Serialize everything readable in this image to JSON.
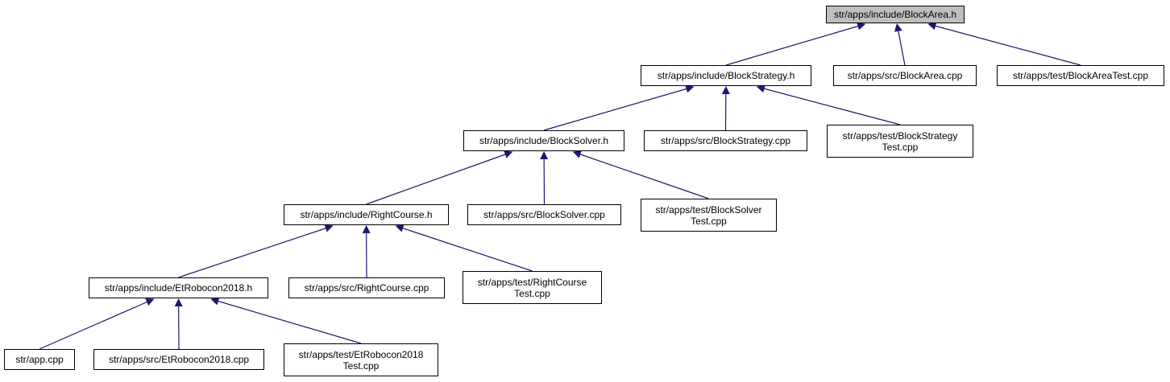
{
  "diagram": {
    "edge_color": "#191970",
    "current_fill": "#bfbfbf",
    "nodes": [
      {
        "id": "n0",
        "label": "str/apps/include/BlockArea.h",
        "current": true
      },
      {
        "id": "n1",
        "label": "str/apps/include/BlockStrategy.h"
      },
      {
        "id": "n2",
        "label": "str/apps/src/BlockArea.cpp"
      },
      {
        "id": "n3",
        "label": "str/apps/test/BlockAreaTest.cpp"
      },
      {
        "id": "n4",
        "label": "str/apps/include/BlockSolver.h"
      },
      {
        "id": "n5",
        "label": "str/apps/src/BlockStrategy.cpp"
      },
      {
        "id": "n6",
        "label": "str/apps/test/BlockStrategy\nTest.cpp"
      },
      {
        "id": "n7",
        "label": "str/apps/include/RightCourse.h"
      },
      {
        "id": "n8",
        "label": "str/apps/src/BlockSolver.cpp"
      },
      {
        "id": "n9",
        "label": "str/apps/test/BlockSolver\nTest.cpp"
      },
      {
        "id": "n10",
        "label": "str/apps/include/EtRobocon2018.h"
      },
      {
        "id": "n11",
        "label": "str/apps/src/RightCourse.cpp"
      },
      {
        "id": "n12",
        "label": "str/apps/test/RightCourse\nTest.cpp"
      },
      {
        "id": "n13",
        "label": "str/app.cpp"
      },
      {
        "id": "n14",
        "label": "str/apps/src/EtRobocon2018.cpp"
      },
      {
        "id": "n15",
        "label": "str/apps/test/EtRobocon2018\nTest.cpp"
      }
    ],
    "edges": [
      {
        "from": "n0",
        "to": "n1"
      },
      {
        "from": "n0",
        "to": "n2"
      },
      {
        "from": "n0",
        "to": "n3"
      },
      {
        "from": "n1",
        "to": "n4"
      },
      {
        "from": "n1",
        "to": "n5"
      },
      {
        "from": "n1",
        "to": "n6"
      },
      {
        "from": "n4",
        "to": "n7"
      },
      {
        "from": "n4",
        "to": "n8"
      },
      {
        "from": "n4",
        "to": "n9"
      },
      {
        "from": "n7",
        "to": "n10"
      },
      {
        "from": "n7",
        "to": "n11"
      },
      {
        "from": "n7",
        "to": "n12"
      },
      {
        "from": "n10",
        "to": "n13"
      },
      {
        "from": "n10",
        "to": "n14"
      },
      {
        "from": "n10",
        "to": "n15"
      }
    ]
  }
}
